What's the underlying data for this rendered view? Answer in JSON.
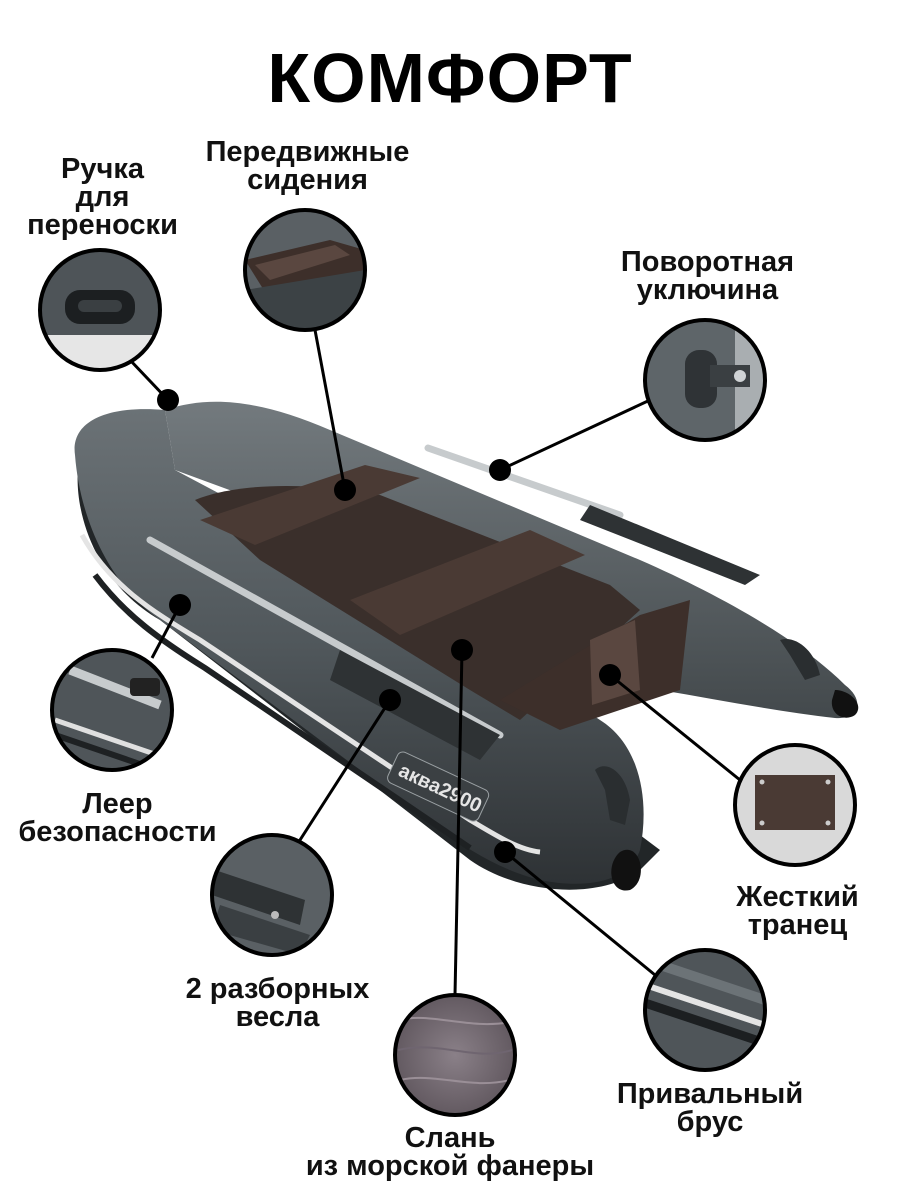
{
  "title": "КОМФОРТ",
  "labels": {
    "handle": [
      "Ручка",
      "для",
      "переноски"
    ],
    "seats": [
      "Передвижные",
      "сидения"
    ],
    "oarlock": [
      "Поворотная",
      "уключина"
    ],
    "safety_rope": [
      "Леер",
      "безопасности"
    ],
    "transom": [
      "Жесткий",
      "транец"
    ],
    "oars": [
      "2 разборных",
      "весла"
    ],
    "rub_strake": [
      "Привальный",
      "брус"
    ],
    "floor": [
      "Слань",
      "из морской фанеры"
    ]
  },
  "boat_marking": "aквa2900",
  "colors": {
    "hull": "#4f5559",
    "hull_dark": "#3a3f42",
    "plywood": "#4a3a34",
    "stripe": "#dcdcdc"
  }
}
